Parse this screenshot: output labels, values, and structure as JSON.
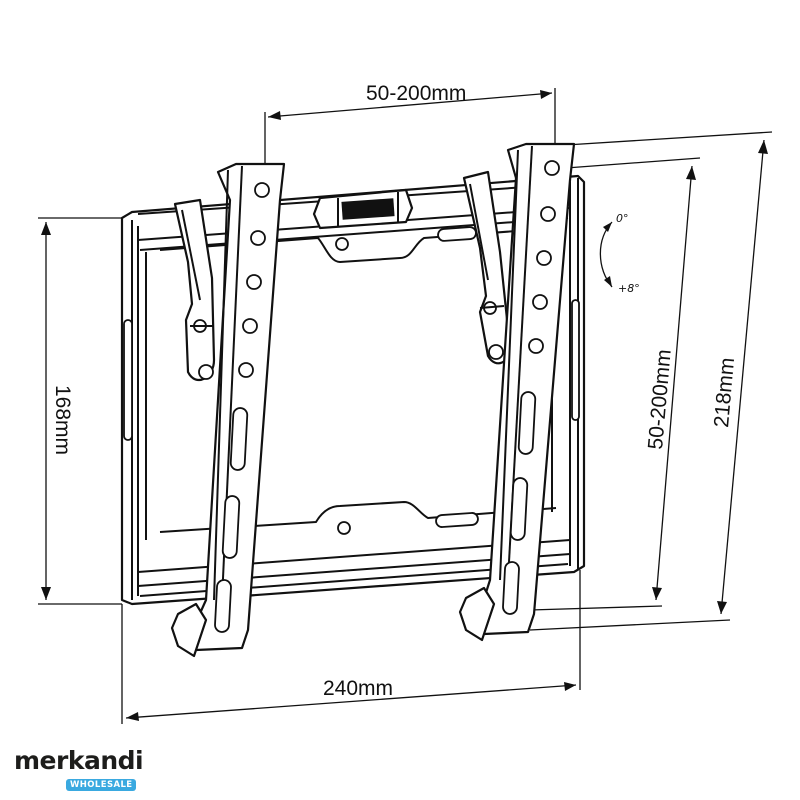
{
  "dimensions": {
    "vesa_horizontal": "50-200mm",
    "vesa_vertical": "50-200mm",
    "plate_height": "168mm",
    "total_height": "218mm",
    "plate_width": "240mm"
  },
  "tilt": {
    "min": "0°",
    "max": "+8°"
  },
  "watermark": {
    "brand": "merkandi",
    "sub": "WHOLESALE",
    "brand_color": "#1d1d1b",
    "sub_color": "#3aa9e0"
  }
}
